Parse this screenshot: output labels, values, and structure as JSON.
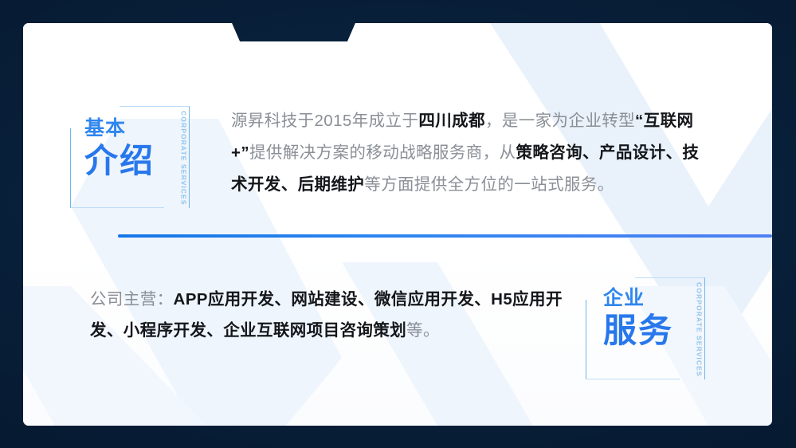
{
  "slide": {
    "background_color": "#071d36",
    "card_color": "#ffffff",
    "accent_blue": "#2878ec",
    "light_blue": "#8fc3ec",
    "watermark_color": "#eaf3fc"
  },
  "blocks": {
    "intro": {
      "title_small": "基本",
      "title_large": "介绍",
      "vertical_label": "CORPORATE SERVICES"
    },
    "service": {
      "title_small": "企业",
      "title_large": "服务",
      "vertical_label": "CORPORATE SERVICES"
    }
  },
  "paragraphs": {
    "intro": {
      "runs": [
        {
          "text": "源昇科技于2015年成立于",
          "bold": false
        },
        {
          "text": "四川成都",
          "bold": true
        },
        {
          "text": "，是一家为企业转型",
          "bold": false
        },
        {
          "text": "“互联网+”",
          "bold": true
        },
        {
          "text": "提供解决方案的移动战略服务商，从",
          "bold": false
        },
        {
          "text": "策略咨询、产品设计、技术开发、后期维护",
          "bold": true
        },
        {
          "text": "等方面提供全方位的一站式服务。",
          "bold": false
        }
      ]
    },
    "service": {
      "runs": [
        {
          "text": "公司主营：",
          "bold": false
        },
        {
          "text": "APP应用开发、网站建设、微信应用开发、H5应用开发、小程序开发、企业互联网项目咨询策划",
          "bold": true
        },
        {
          "text": "等。",
          "bold": false
        }
      ]
    }
  }
}
